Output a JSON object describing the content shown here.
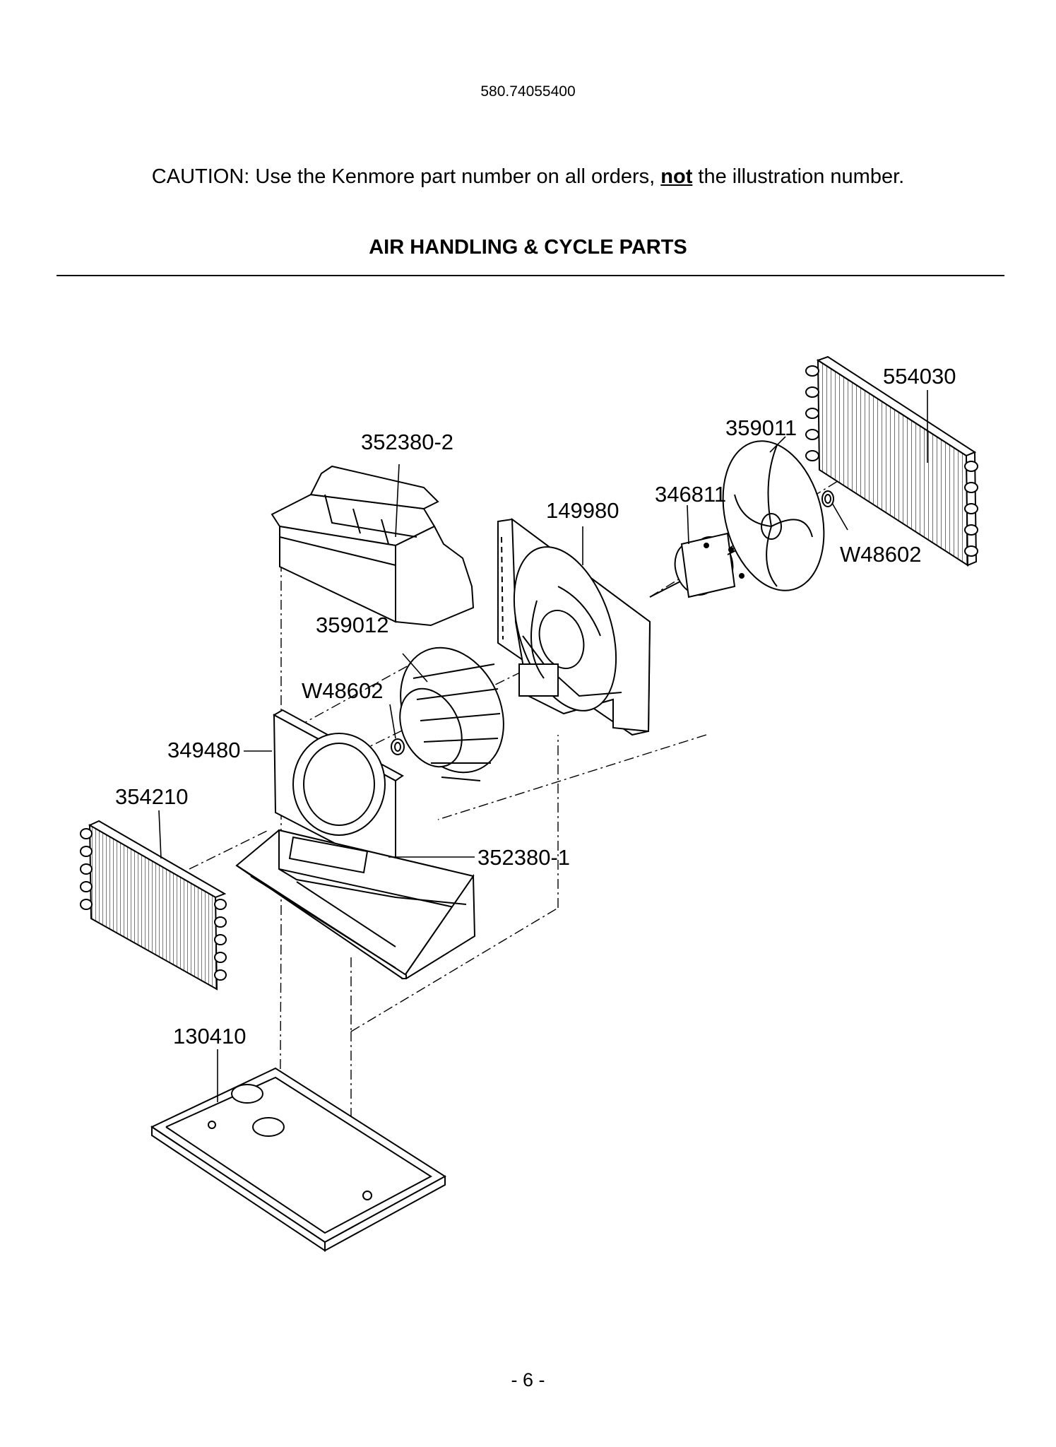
{
  "header": {
    "model_number": "580.74055400",
    "caution_prefix": "CAUTION: Use the Kenmore part number on all orders, ",
    "caution_emphasis": "not",
    "caution_suffix": " the illustration number.",
    "section_title": "AIR HANDLING & CYCLE PARTS"
  },
  "parts": {
    "p554030": "554030",
    "p359011": "359011",
    "p352380_2": "352380-2",
    "p346811": "346811",
    "p149980": "149980",
    "pW48602_a": "W48602",
    "p359012": "359012",
    "pW48602_b": "W48602",
    "p349480": "349480",
    "p354210": "354210",
    "p352380_1": "352380-1",
    "p130410": "130410"
  },
  "footer": {
    "page_number": "- 6 -"
  }
}
